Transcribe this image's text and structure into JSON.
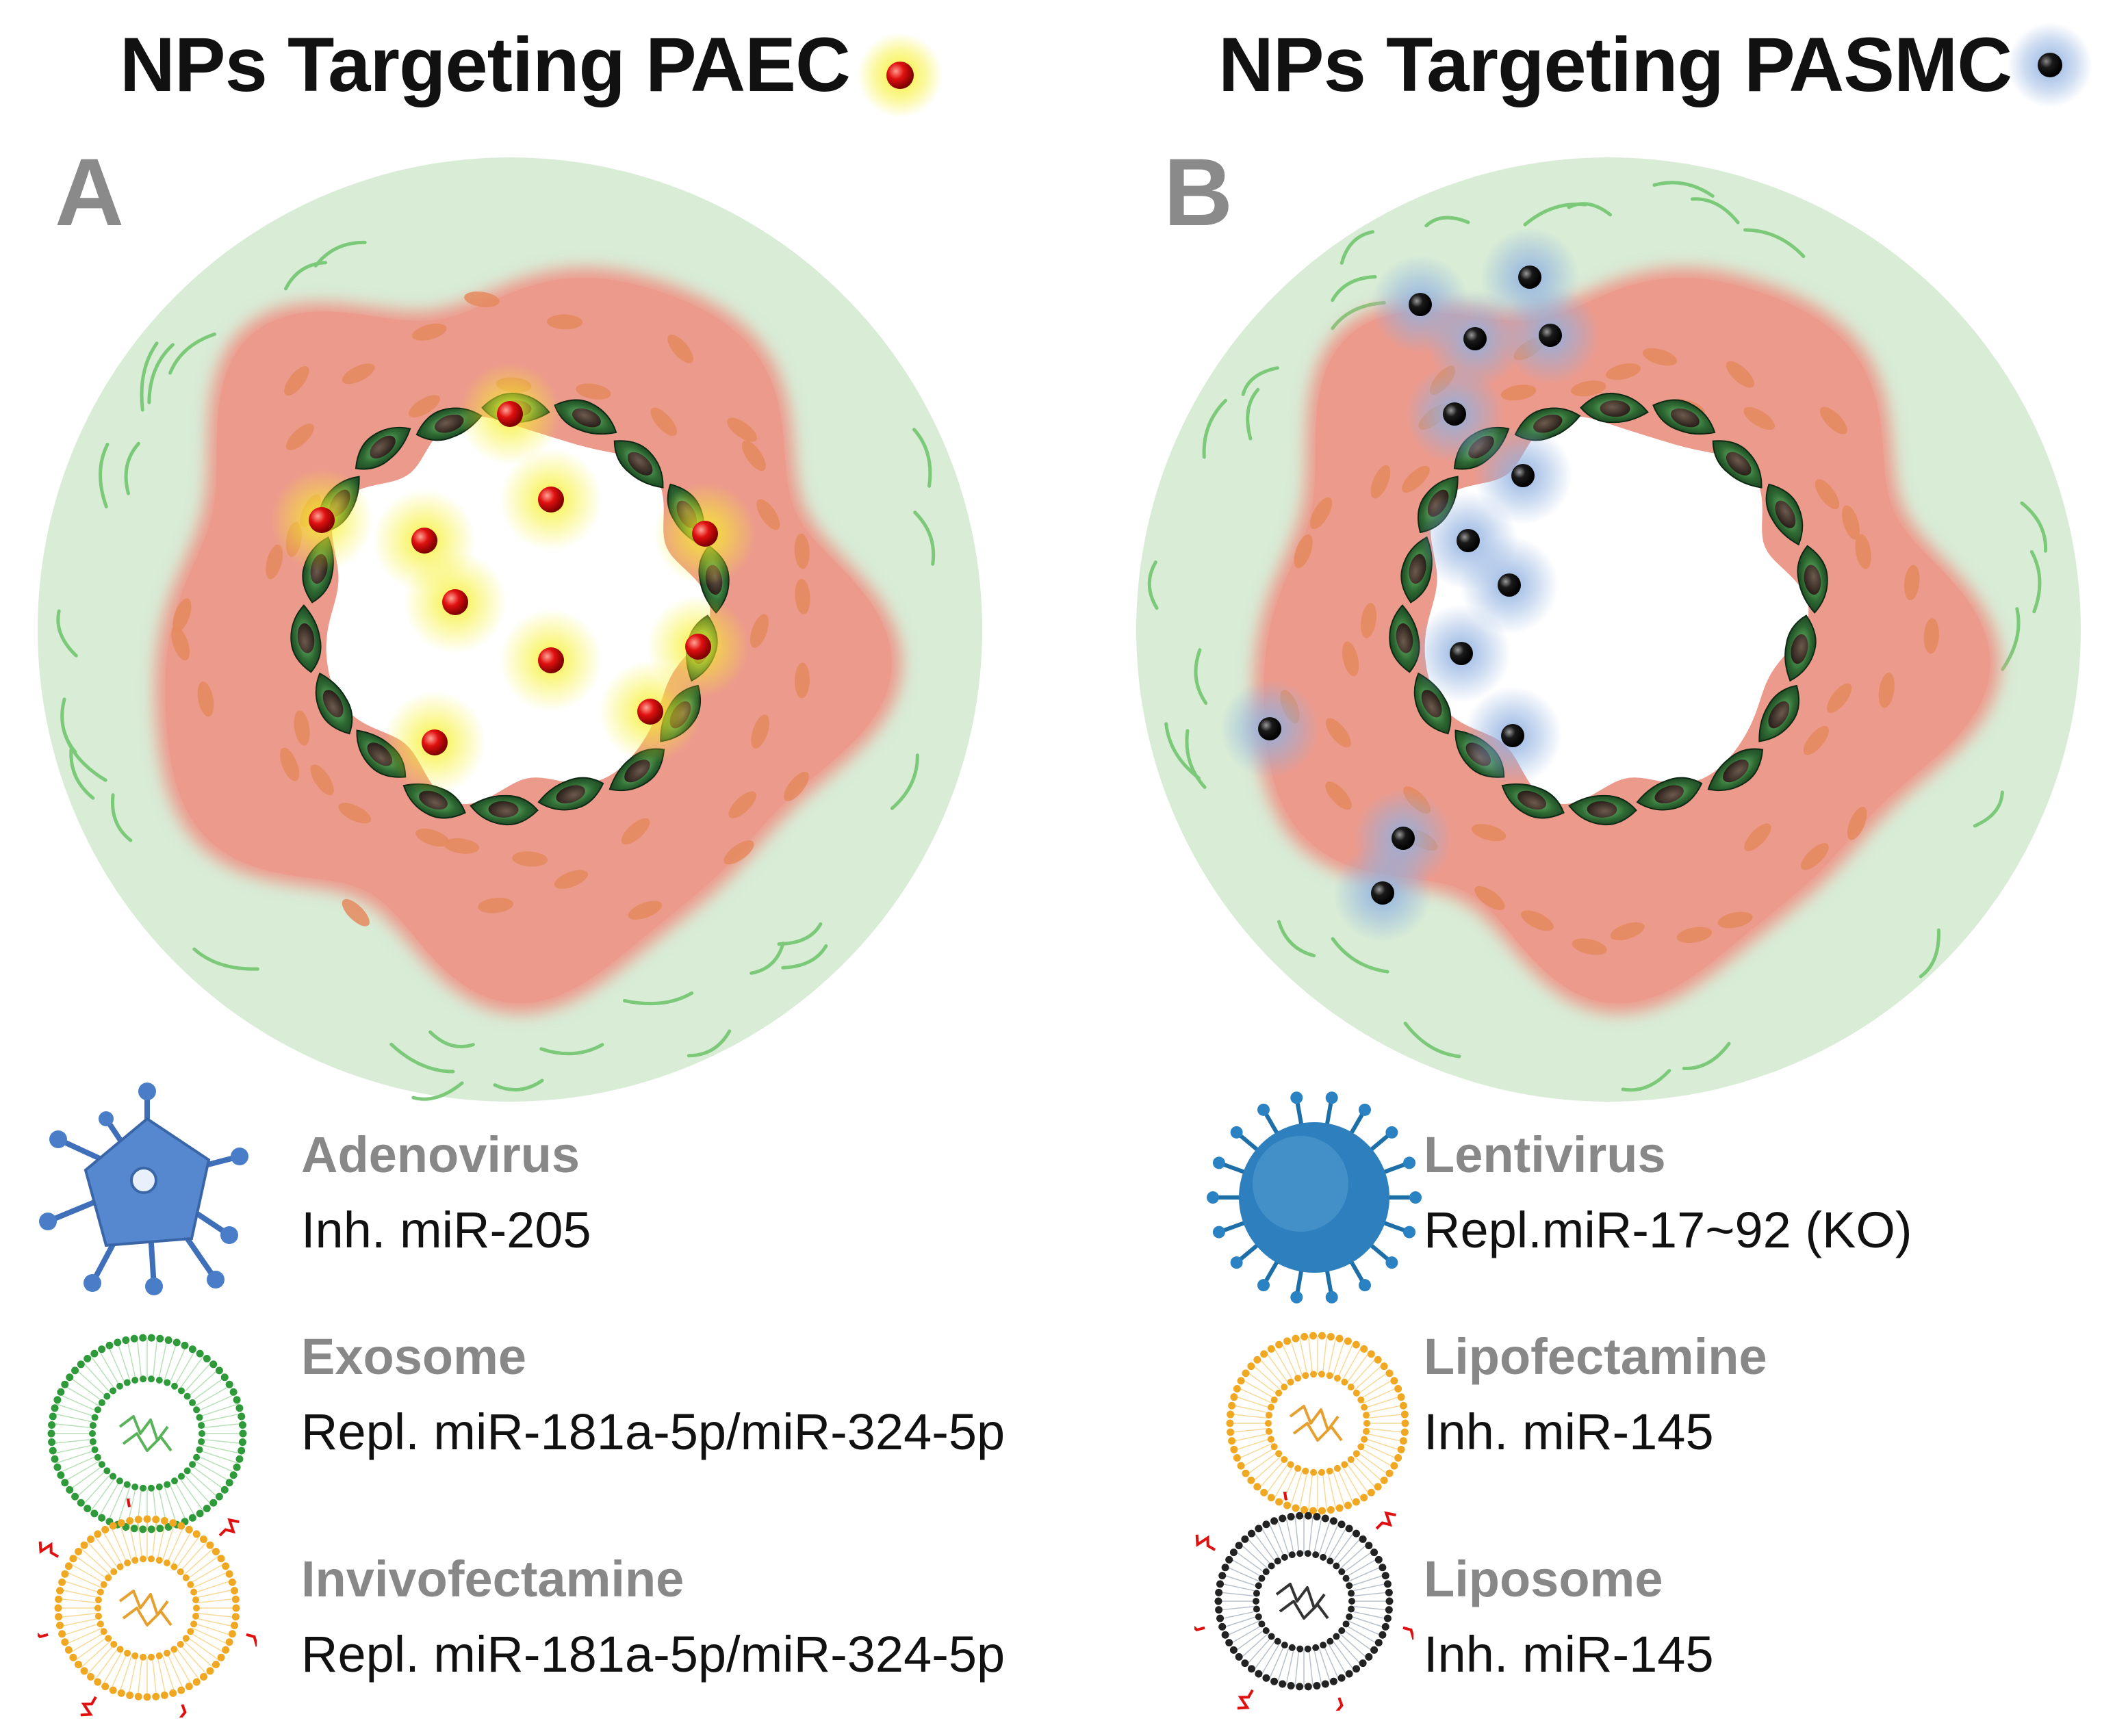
{
  "panels": [
    {
      "letter": "A",
      "title": "NPs Targeting PAEC",
      "np_color": "#e01010",
      "glow_color": "#f6f02a",
      "legend": [
        {
          "name": "Adenovirus",
          "detail": "Inh. miR-205",
          "icon": "adenovirus-icon"
        },
        {
          "name": "Exosome",
          "detail": "Repl. miR-181a-5p/miR-324-5p",
          "icon": "exosome-icon"
        },
        {
          "name": "Invivofectamine",
          "detail": "Repl. miR-181a-5p/miR-324-5p",
          "icon": "invivofectamine-icon"
        }
      ]
    },
    {
      "letter": "B",
      "title": "NPs Targeting PASMC",
      "np_color": "#111111",
      "glow_color": "#8fb0e0",
      "legend": [
        {
          "name": "Lentivirus",
          "detail": "Repl.miR-17~92 (KO)",
          "icon": "lentivirus-icon"
        },
        {
          "name": "Lipofectamine",
          "detail": "Inh. miR-145",
          "icon": "lipofectamine-icon"
        },
        {
          "name": "Liposome",
          "detail": "Inh. miR-145",
          "icon": "liposome-icon"
        }
      ]
    }
  ],
  "colors": {
    "adventitia": "#d8ecd6",
    "media": "#ec9a8c",
    "smc_nucleus": "#e58a5e",
    "endothelial": "#2f5e32",
    "elastin": "#7cc97a"
  }
}
